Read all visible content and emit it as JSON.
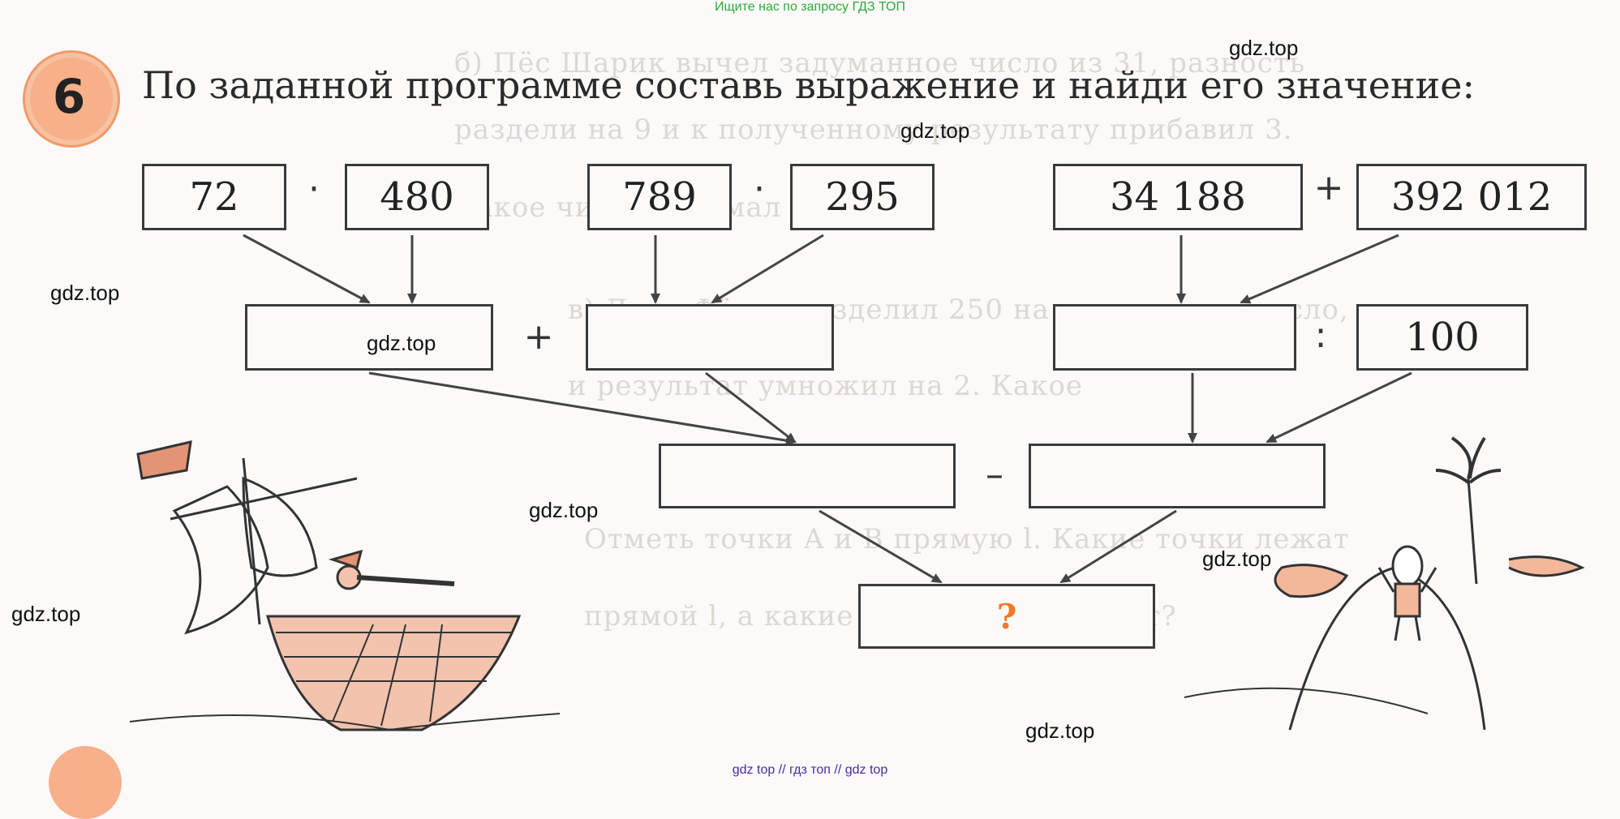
{
  "banner": "Ищите нас по запросу ГДЗ ТОП",
  "task": {
    "number": "6",
    "text": "По заданной программе составь выражение и найди его значение:"
  },
  "row1": {
    "a": "72",
    "op1": "·",
    "b": "480",
    "c": "789",
    "op2": "·",
    "d": "295",
    "e": "34 188",
    "op3": "+",
    "f": "392 012"
  },
  "row2": {
    "op_left": "+",
    "op_right": ":",
    "divisor": "100"
  },
  "row3": {
    "op": "–"
  },
  "result": {
    "mark": "?"
  },
  "watermarks": [
    "gdz.top",
    "gdz.top",
    "gdz.top",
    "gdz.top",
    "gdz.top",
    "gdz.top",
    "gdz.top",
    "gdz.top"
  ],
  "footer": "gdz top  //  гдз топ  //  gdz top",
  "colors": {
    "badge": "#f7b08a",
    "question": "#f07a2a",
    "banner": "#2eaa3a",
    "footer": "#4a2aa6"
  }
}
